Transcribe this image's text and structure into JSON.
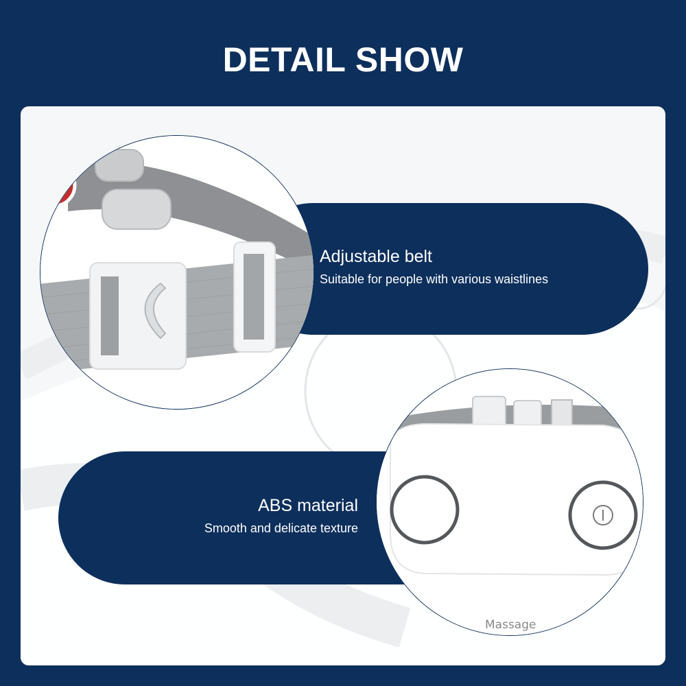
{
  "page": {
    "title": "DETAIL SHOW",
    "background_color": "#0d2f5c",
    "panel_color": "#f6f7f8"
  },
  "features": [
    {
      "heading": "Adjustable belt",
      "subtext": "Suitable for people with various waistlines"
    },
    {
      "heading": "ABS material",
      "subtext": "Smooth and delicate texture"
    }
  ],
  "device": {
    "label": "Massage",
    "power_icon": "power-icon"
  }
}
